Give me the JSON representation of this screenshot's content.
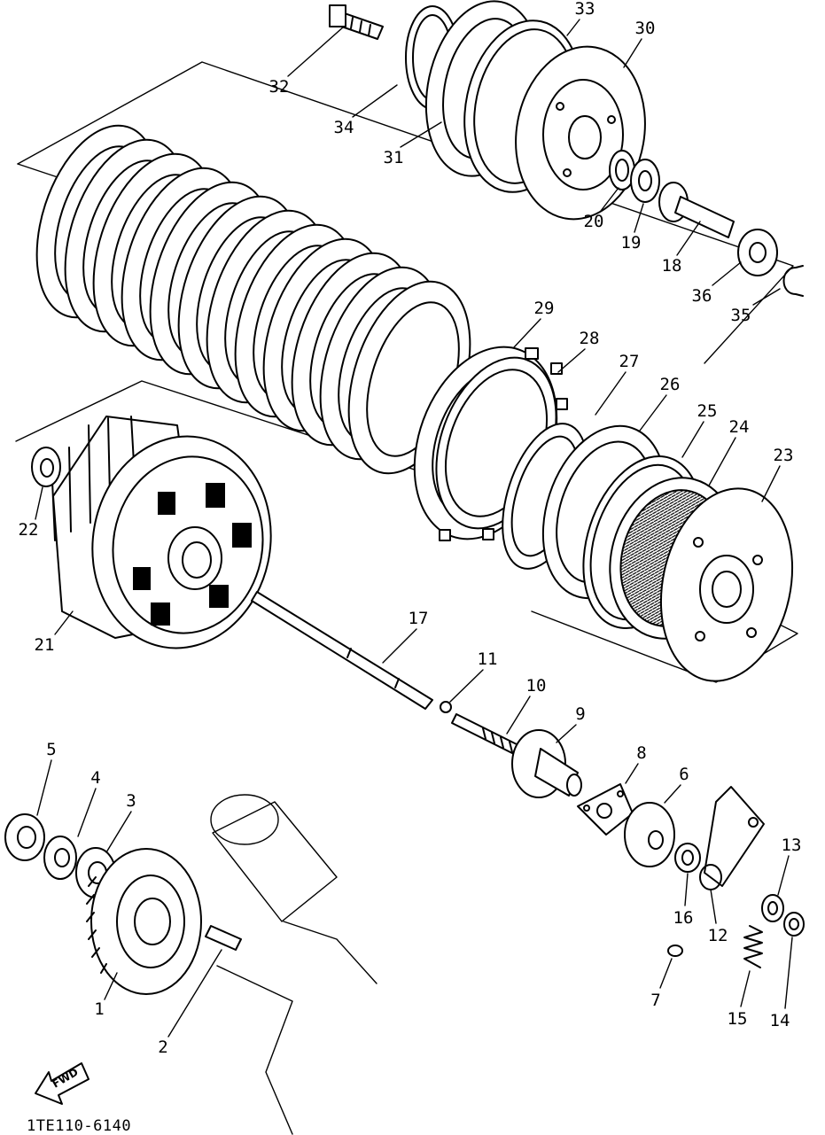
{
  "diagram": {
    "drawing_code": "1TE110-6140",
    "direction_label": "FWD",
    "parts": [
      {
        "id": "p1",
        "number": "1"
      },
      {
        "id": "p2",
        "number": "2"
      },
      {
        "id": "p3",
        "number": "3"
      },
      {
        "id": "p4",
        "number": "4"
      },
      {
        "id": "p5",
        "number": "5"
      },
      {
        "id": "p6",
        "number": "6"
      },
      {
        "id": "p7",
        "number": "7"
      },
      {
        "id": "p8",
        "number": "8"
      },
      {
        "id": "p9",
        "number": "9"
      },
      {
        "id": "p10",
        "number": "10"
      },
      {
        "id": "p11",
        "number": "11"
      },
      {
        "id": "p12",
        "number": "12"
      },
      {
        "id": "p13",
        "number": "13"
      },
      {
        "id": "p14",
        "number": "14"
      },
      {
        "id": "p15",
        "number": "15"
      },
      {
        "id": "p16",
        "number": "16"
      },
      {
        "id": "p17",
        "number": "17"
      },
      {
        "id": "p18",
        "number": "18"
      },
      {
        "id": "p19",
        "number": "19"
      },
      {
        "id": "p20",
        "number": "20"
      },
      {
        "id": "p21",
        "number": "21"
      },
      {
        "id": "p22",
        "number": "22"
      },
      {
        "id": "p23",
        "number": "23"
      },
      {
        "id": "p24",
        "number": "24"
      },
      {
        "id": "p25",
        "number": "25"
      },
      {
        "id": "p26",
        "number": "26"
      },
      {
        "id": "p27",
        "number": "27"
      },
      {
        "id": "p28",
        "number": "28"
      },
      {
        "id": "p29",
        "number": "29"
      },
      {
        "id": "p30",
        "number": "30"
      },
      {
        "id": "p31",
        "number": "31"
      },
      {
        "id": "p32",
        "number": "32"
      },
      {
        "id": "p33",
        "number": "33"
      },
      {
        "id": "p34",
        "number": "34"
      },
      {
        "id": "p35",
        "number": "35"
      },
      {
        "id": "p36",
        "number": "36"
      }
    ]
  }
}
